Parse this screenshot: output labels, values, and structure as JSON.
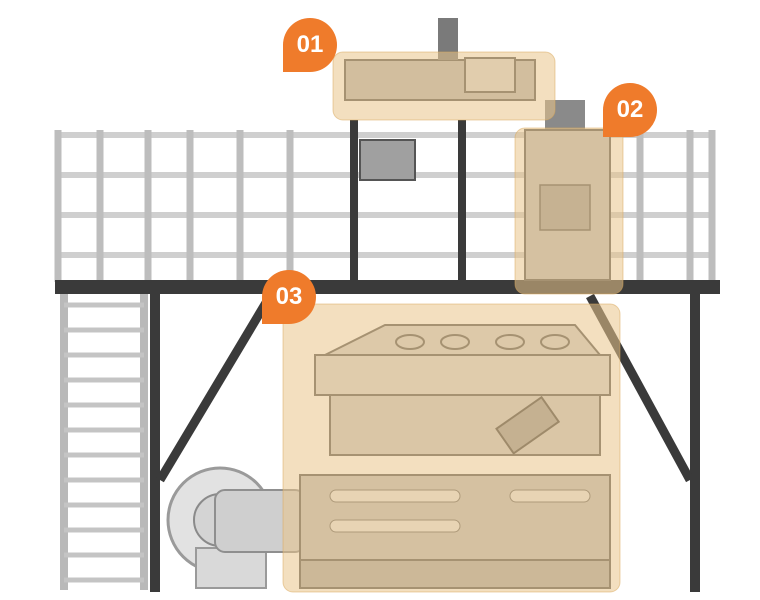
{
  "markers": [
    {
      "label": "01"
    },
    {
      "label": "02"
    },
    {
      "label": "03"
    }
  ],
  "colors": {
    "highlight": "#e9c48a",
    "marker": "#ef7b2b",
    "frame_dark": "#3a3a3a",
    "rail": "#c9c9c9"
  },
  "icons": {
    "marker": "location-pin-icon"
  }
}
